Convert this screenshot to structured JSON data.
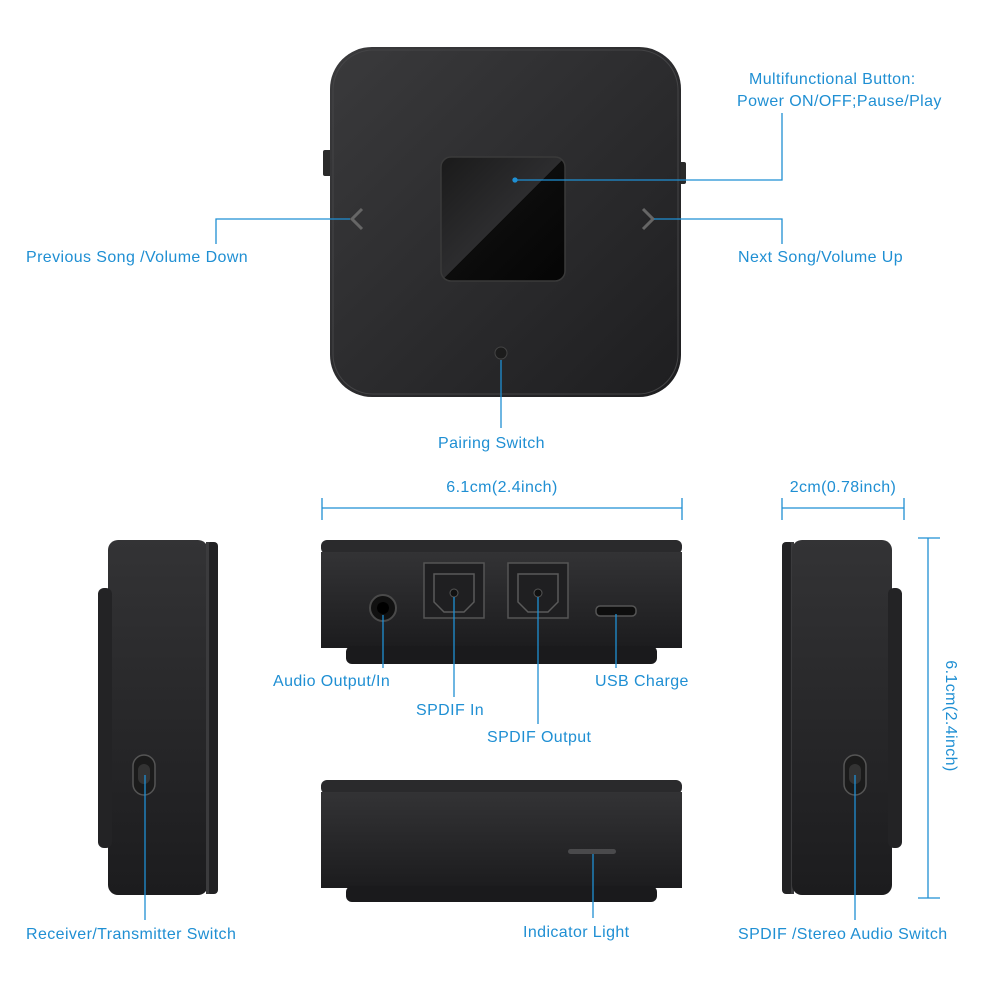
{
  "accent_color": "#1f8fd3",
  "device_color": "#2b2b2d",
  "labels": {
    "multifunction_line1": "Multifunctional Button:",
    "multifunction_line2": "Power ON/OFF;Pause/Play",
    "previous": "Previous Song /Volume Down",
    "next": "Next Song/Volume Up",
    "pairing": "Pairing Switch",
    "width_dim": "6.1cm(2.4inch)",
    "depth_dim": "2cm(0.78inch)",
    "height_dim": "6.1cm(2.4inch)",
    "audio": "Audio Output/In",
    "spdif_in": "SPDIF In",
    "spdif_out": "SPDIF Output",
    "usb": "USB Charge",
    "indicator": "Indicator Light",
    "rx_tx": "Receiver/Transmitter Switch",
    "spdif_stereo": "SPDIF /Stereo Audio Switch"
  },
  "icons": [
    "chevron-left-icon",
    "chevron-right-icon",
    "audio-jack-icon",
    "optical-port-icon",
    "usb-port-icon"
  ]
}
